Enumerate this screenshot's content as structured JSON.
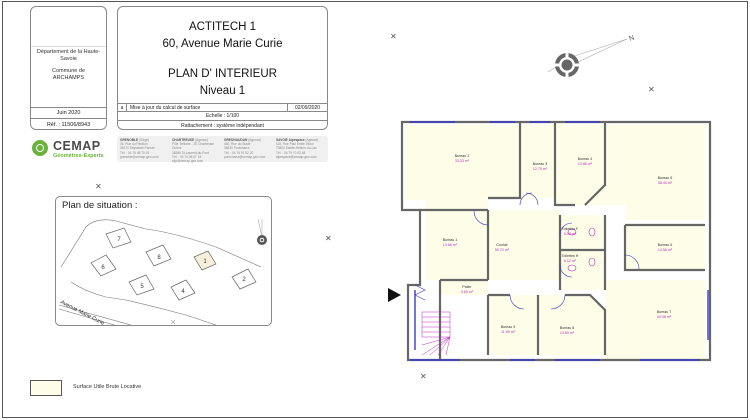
{
  "cartouche": {
    "departement": "Département de la Haute- Savoie",
    "commune_label": "Commune de",
    "commune": "ARCHAMPS",
    "date": "Juin 2020",
    "reference": "Réf. : 11506/8943",
    "project_name": "ACTITECH 1",
    "address": "60, Avenue Marie Curie",
    "plan_title": "PLAN D' INTERIEUR",
    "level": "Niveau 1",
    "revision": {
      "index": "a",
      "description": "Mise à jour du calcul de surface",
      "date": "02/09/2020"
    },
    "scale": "Echelle : 1/100",
    "rattachement": "Rattachement : système indépendant"
  },
  "company": {
    "name": "CEMAP",
    "subtitle": "Géomètres-Experts",
    "brand_color": "#6ab43e",
    "agencies": [
      {
        "name": "GRENOBLE",
        "type": "(Siège)",
        "lines": [
          "36, Rue du Pavillon",
          "38170 Seyssinet-Pariset",
          "Tél. : 04 76 48 70 03",
          "grenoble@cemap-geo.com"
        ]
      },
      {
        "name": "CHARTREUSE",
        "type": "(Agence)",
        "lines": [
          "Pôle Tertiaire - 2E Chartreuse Guiers",
          "38380 St-Laurent-du-Pont",
          "Tél. : 04 76 06 07 15",
          "stlp@cemap-geo.com"
        ]
      },
      {
        "name": "GRESIVAUDAN",
        "type": "(Agence)",
        "lines": [
          "440, Rue du Stade",
          "38530 Pontcharra",
          "Tél. : 04 76 97 62 20",
          "pontcharra@cemap-geo.com"
        ]
      },
      {
        "name": "SAVOIE Alpespace",
        "type": "(Agence)",
        "lines": [
          "115, Rue Paul Emile Victor",
          "73800 Sainte-Hélène-du-Lac",
          "Tél. : 04 79 70 03 48",
          "alpespace@cemap-geo.com"
        ]
      }
    ]
  },
  "situation_plan": {
    "title": "Plan de situation :",
    "street": "Avenue Marie Curie",
    "buildings": [
      "1",
      "2",
      "4",
      "5",
      "6",
      "7",
      "8"
    ],
    "highlighted_building": "1"
  },
  "legend": {
    "label": "Surface Utile Brute Locative",
    "color": "#fdfde8"
  },
  "floor_plan": {
    "north_label": "N",
    "rooms": [
      {
        "name": "Bureau 2",
        "area": "33.33 m²"
      },
      {
        "name": "Bureau 3",
        "area": "12.70 m²"
      },
      {
        "name": "Bureau 4",
        "area": "13.86 m²"
      },
      {
        "name": "Bureau 5",
        "area": "38.40 m²"
      },
      {
        "name": "Bureau 1",
        "area": "13.66 m²"
      },
      {
        "name": "Couloir",
        "area": "50.72 m²"
      },
      {
        "name": "Toilettes F",
        "area": "5.18 m²"
      },
      {
        "name": "Toilettes H",
        "area": "5.12 m²"
      },
      {
        "name": "Bureau 6",
        "area": "14.58 m²"
      },
      {
        "name": "Palier",
        "area": "3.65 m²"
      },
      {
        "name": "Bureau 9",
        "area": "11.99 m²"
      },
      {
        "name": "Bureau 8",
        "area": "13.69 m²"
      },
      {
        "name": "Bureau 7",
        "area": "40.08 m²"
      }
    ],
    "colors": {
      "room_fill": "#fdfde8",
      "wall": "#666666",
      "window": "#3a3acc",
      "area_text": "#c02ac0"
    }
  }
}
